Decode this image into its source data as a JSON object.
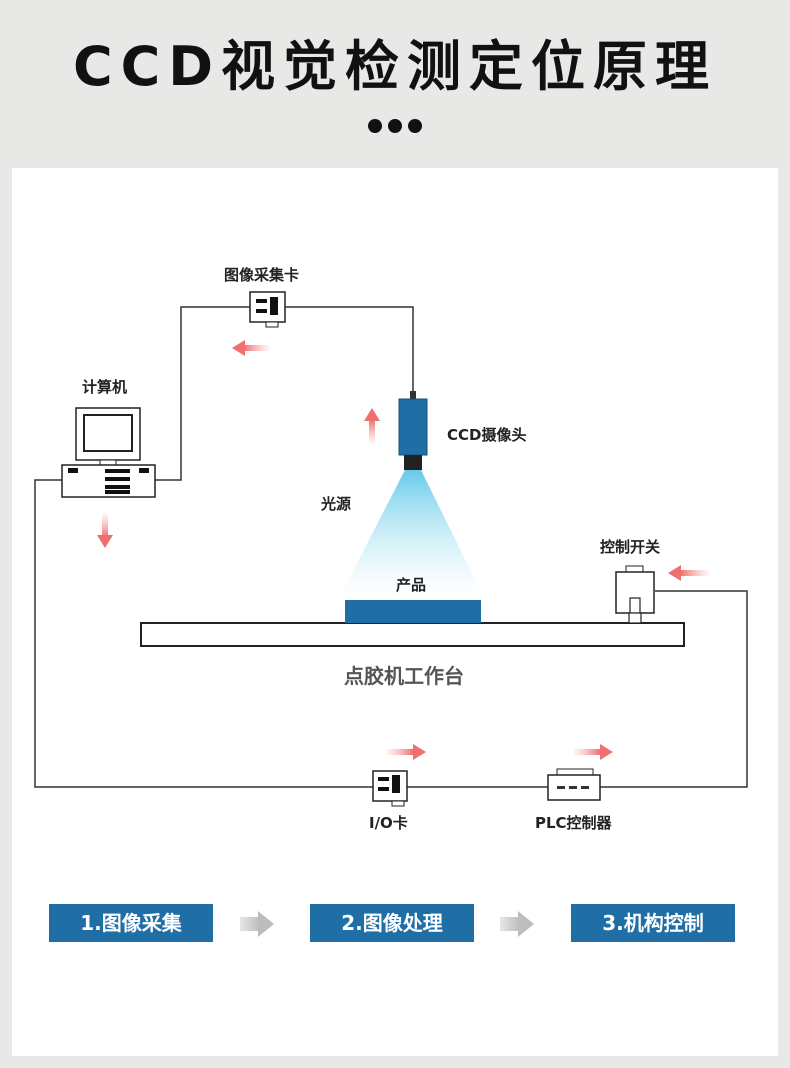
{
  "title": "CCD视觉检测定位原理",
  "labels": {
    "capture_card": "图像采集卡",
    "computer": "计算机",
    "ccd_camera": "CCD摄像头",
    "light_source": "光源",
    "product": "产品",
    "control_switch": "控制开关",
    "workbench": "点胶机工作台",
    "io_card": "I/O卡",
    "plc": "PLC控制器"
  },
  "steps": [
    {
      "label": "1.图像采集"
    },
    {
      "label": "2.图像处理"
    },
    {
      "label": "3.机构控制"
    }
  ],
  "colors": {
    "accent": "#1f6ea6",
    "arrow": "#f08080",
    "line": "#333333"
  }
}
